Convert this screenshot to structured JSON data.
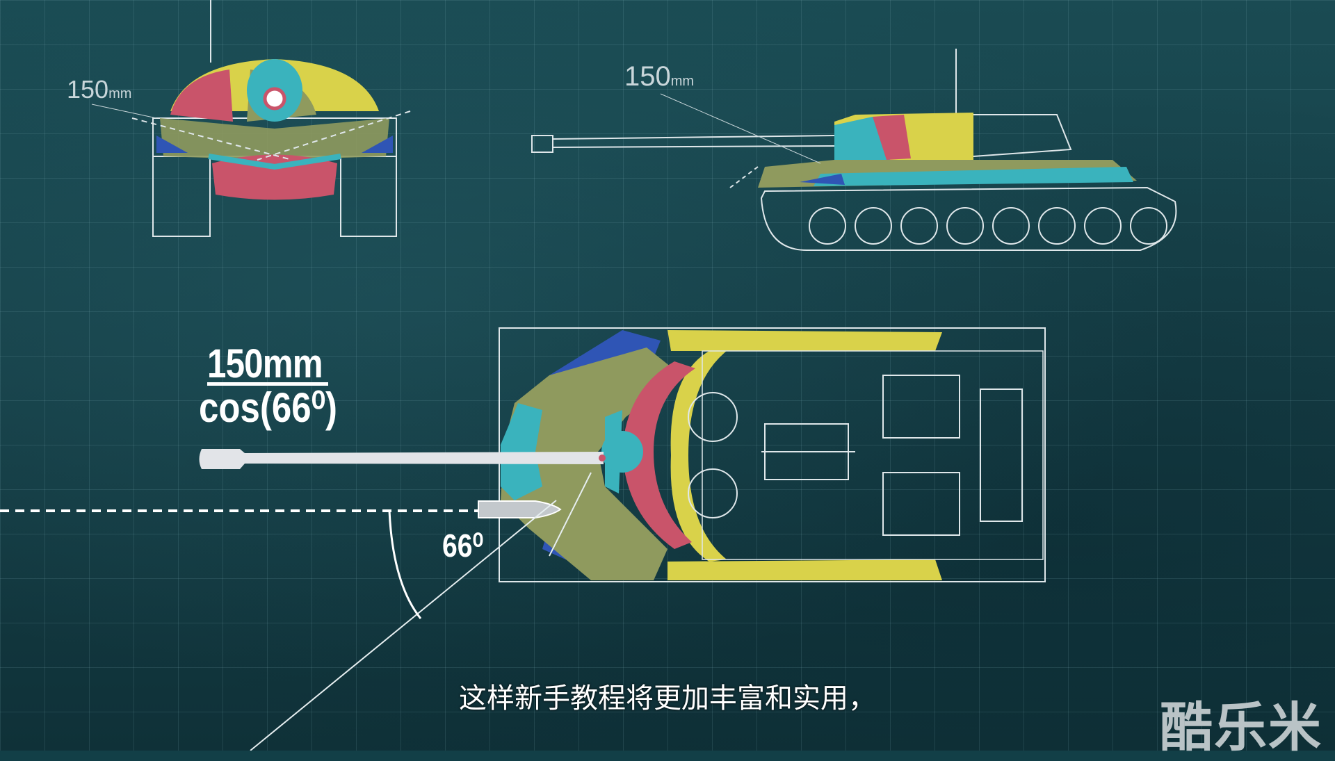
{
  "labels": {
    "front_armor": "150",
    "front_armor_unit": "mm",
    "side_armor": "150",
    "side_armor_unit": "mm",
    "formula_numerator": "150mm",
    "formula_denominator": "cos(66⁰)",
    "angle": "66⁰"
  },
  "subtitle": "这样新手教程将更加丰富和实用，",
  "watermark": "酷乐米",
  "colors": {
    "yellow": "#d9d24a",
    "olive": "#8f9a5e",
    "red": "#c9546a",
    "cyan": "#3ab3bd",
    "blue": "#2f55b5",
    "outline": "#dfe7ea"
  }
}
